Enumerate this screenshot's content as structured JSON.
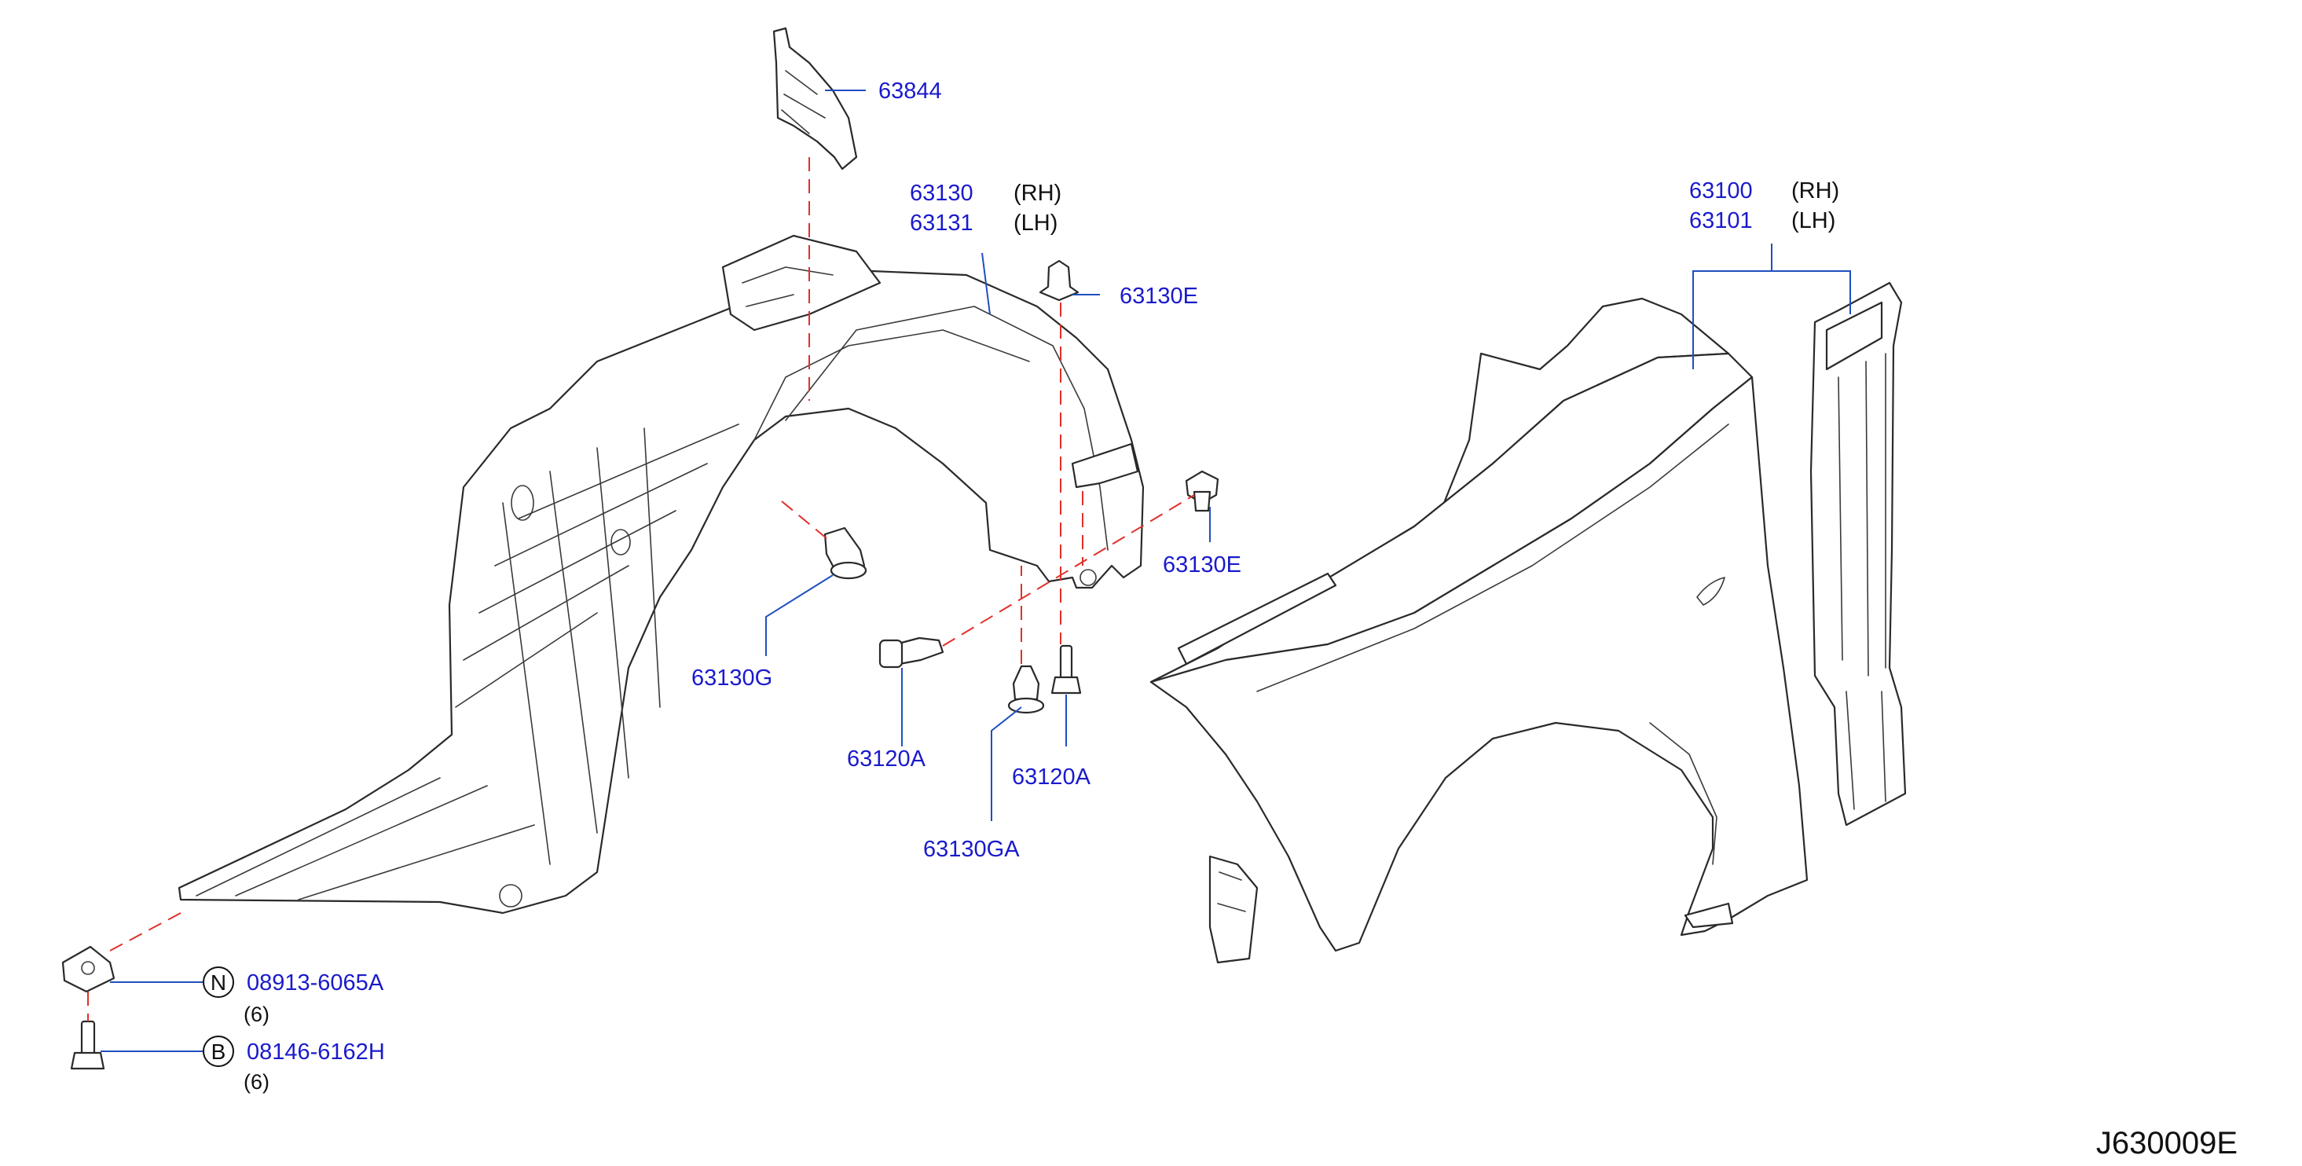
{
  "labels": {
    "p63844": "63844",
    "p63130": "63130",
    "p63130_side": "(RH)",
    "p63131": "63131",
    "p63131_side": "(LH)",
    "p63130E_top": "63130E",
    "p63130E_mid": "63130E",
    "p63130G": "63130G",
    "p63120A_left": "63120A",
    "p63120A_right": "63120A",
    "p63130GA": "63130GA",
    "p63100": "63100",
    "p63100_side": "(RH)",
    "p63101": "63101",
    "p63101_side": "(LH)"
  },
  "fasteners": {
    "nut": {
      "symbol": "N",
      "part": "08913-6065A",
      "qty": "(6)"
    },
    "bolt": {
      "symbol": "B",
      "part": "08146-6162H",
      "qty": "(6)"
    }
  },
  "diagram_code": "J630009E"
}
